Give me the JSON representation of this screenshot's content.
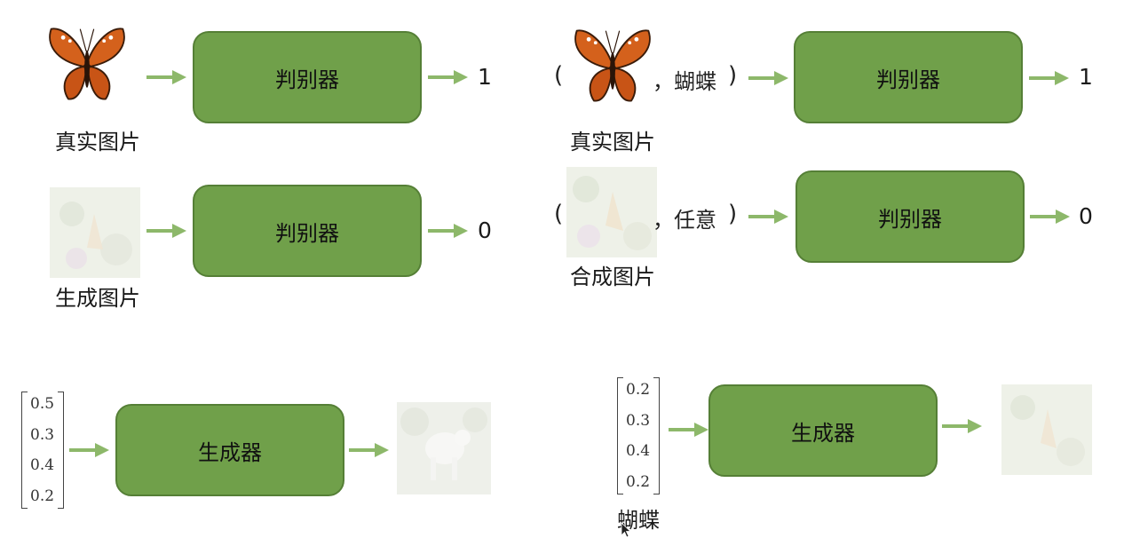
{
  "discriminator_label": "判别器",
  "generator_label": "生成器",
  "real_image_label": "真实图片",
  "generated_image_label": "生成图片",
  "synthesized_image_label": "合成图片",
  "paren_open": "(",
  "paren_close": ")",
  "condition_butterfly": "，蝴蝶",
  "condition_any": "，任意",
  "output_real": "1",
  "output_fake": "0",
  "noise_vector_left": [
    "0.5",
    "0.3",
    "0.4",
    "0.2"
  ],
  "noise_vector_right": [
    "0.2",
    "0.3",
    "0.4",
    "0.2"
  ],
  "vector_condition_label": "蝴蝶",
  "colors": {
    "box_fill": "#70a04a",
    "box_border": "#557f36",
    "arrow": "#8db86a",
    "butterfly_orange": "#d4611c"
  }
}
